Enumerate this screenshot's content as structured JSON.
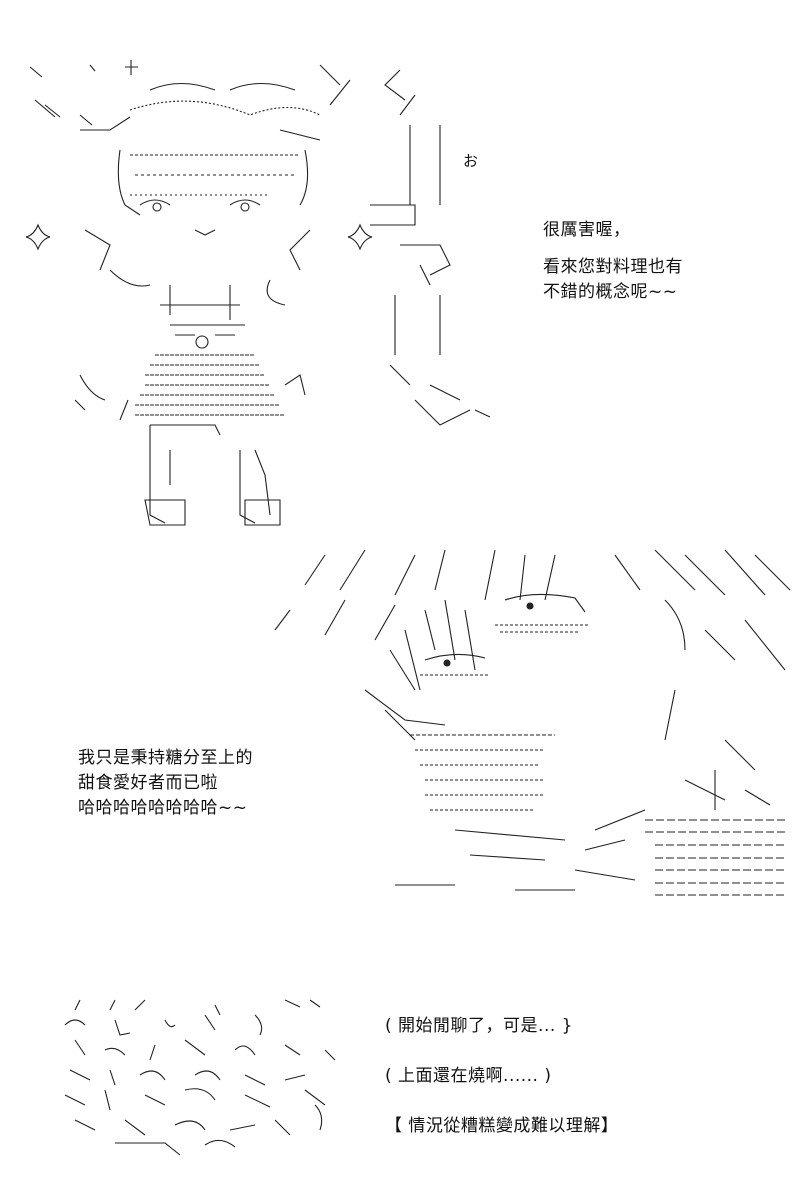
{
  "panel1": {
    "lines": [
      "很厲害喔，",
      "",
      "看來您對料理也有",
      "不錯的概念呢~~"
    ],
    "speech_mark": "お"
  },
  "panel2": {
    "lines": [
      "我只是秉持糖分至上的",
      "甜食愛好者而已啦",
      "哈哈哈哈哈哈哈哈~~"
    ]
  },
  "panel3": {
    "lines": [
      "( 開始閒聊了，可是... }",
      "( 上面還在燒啊...... )",
      "【 情況從糟糕變成難以理解】"
    ]
  }
}
